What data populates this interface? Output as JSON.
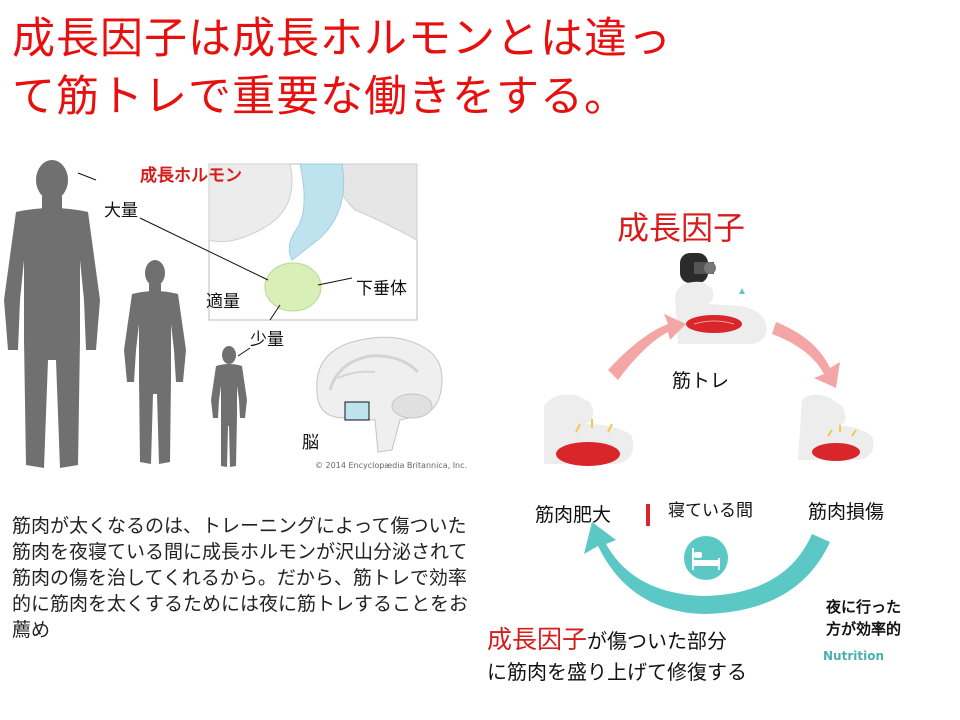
{
  "title": {
    "line1": "成長因子は成長ホルモンとは違っ",
    "line2": "て筋トレで重要な働きをする。"
  },
  "hormone_diagram": {
    "heading": "成長ホルモン",
    "label_large": "大量",
    "label_medium": "適量",
    "label_small": "少量",
    "label_pituitary": "下垂体",
    "label_brain": "脳",
    "copyright": "© 2014 Encyclopædia Britannica, Inc."
  },
  "explanation": "筋肉が太くなるのは、トレーニングによって傷ついた筋肉を夜寝ている間に成長ホルモンが沢山分泌されて筋肉の傷を治してくれるから。だから、筋トレで効率的に筋肉を太くするためには夜に筋トレすることをお薦め",
  "growth_factor_cycle": {
    "heading": "成長因子",
    "step_training": "筋トレ",
    "step_damage": "筋肉損傷",
    "step_hypertrophy": "筋肉肥大",
    "step_sleep": "寝ている間",
    "note_highlight": "成長因子",
    "note_rest": "が傷ついた部分",
    "note_line2": "に筋肉を盛り上げて修復する",
    "night_line1": "夜に行った",
    "night_line2": "方が効率的",
    "watermark": "Nutrition"
  },
  "colors": {
    "title_red": "#e8100f",
    "silhouette_gray": "#707070",
    "pituitary_green": "#d9efb8",
    "brain_blue": "#bfe3ee",
    "arrow_pink": "#f4a6a6",
    "arrow_teal": "#5bc8c5",
    "muscle_red": "#d9262b"
  }
}
